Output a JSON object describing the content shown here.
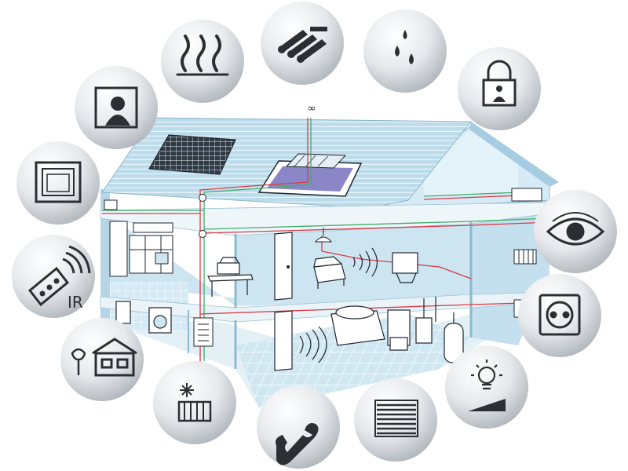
{
  "house": {
    "roof_marker": "∞"
  },
  "icons": [
    {
      "id": "heating",
      "icon": "heat-waves-icon"
    },
    {
      "id": "solar",
      "icon": "solar-pipes-icon"
    },
    {
      "id": "water",
      "icon": "water-drops-icon"
    },
    {
      "id": "access",
      "icon": "lock-person-icon"
    },
    {
      "id": "intercom",
      "icon": "person-frame-icon"
    },
    {
      "id": "shutters",
      "icon": "window-frame-icon"
    },
    {
      "id": "remote",
      "icon": "ir-remote-icon",
      "label": "IR"
    },
    {
      "id": "home",
      "icon": "house-icon"
    },
    {
      "id": "radiator",
      "icon": "radiator-snowflake-icon"
    },
    {
      "id": "phone",
      "icon": "telephone-icon"
    },
    {
      "id": "blinds",
      "icon": "blinds-icon"
    },
    {
      "id": "lighting",
      "icon": "lightbulb-dimmer-icon"
    },
    {
      "id": "socket",
      "icon": "power-socket-icon"
    },
    {
      "id": "surveillance",
      "icon": "eye-icon"
    }
  ],
  "colors": {
    "wall": "#cfe6f1",
    "wall_dark": "#a9cfe2",
    "roof": "#b9dbeb",
    "line": "#3a4a55",
    "wire_red": "#d93a4a",
    "wire_green": "#3fae6a",
    "bubble_hi": "#ffffff",
    "bubble_lo": "#b9bfc5",
    "icon_ink": "#2b2f33",
    "solar_panel": "#3b4652",
    "pool": "#8a86c8"
  }
}
